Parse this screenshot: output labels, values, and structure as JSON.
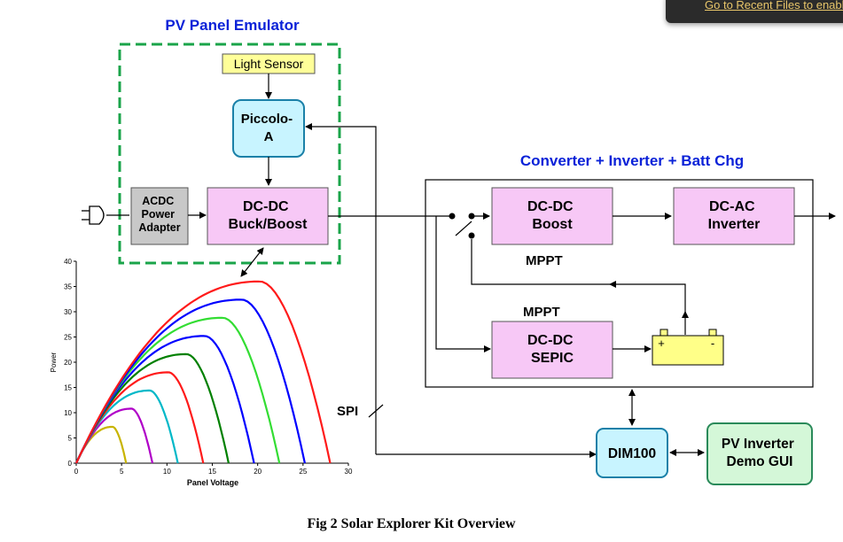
{
  "figure": {
    "caption": "Fig 2 Solar Explorer Kit Overview",
    "emulator_title": "PV Panel Emulator",
    "converter_title": "Converter + Inverter + Batt Chg",
    "blocks": {
      "light_sensor": "Light Sensor",
      "piccolo": [
        "Piccolo-",
        "A"
      ],
      "acdc": [
        "ACDC",
        "Power",
        "Adapter"
      ],
      "dcdc_buckboost": [
        "DC-DC",
        "Buck/Boost"
      ],
      "dcdc_boost": [
        "DC-DC",
        "Boost"
      ],
      "dcac": [
        "DC-AC",
        "Inverter"
      ],
      "dcdc_sepic": [
        "DC-DC",
        "SEPIC"
      ],
      "dim100": "DIM100",
      "gui": [
        "PV Inverter",
        "Demo GUI"
      ]
    },
    "labels": {
      "mppt_top": "MPPT",
      "mppt_bottom": "MPPT",
      "spi": "SPI",
      "batt_plus": "+",
      "batt_minus": "-"
    }
  },
  "notification": {
    "text": "Go to Recent Files to enable"
  },
  "colors": {
    "title_blue": "#0a22d8",
    "emulator_border": "#1aa44a",
    "pink_block": "#f7c8f6",
    "gray_block": "#c8c8c8",
    "yellow_block": "#ffff99",
    "cyan_block": "#c8f4ff",
    "cyan_border": "#1a80a8",
    "green_block": "#d4f7d8",
    "green_border": "#2a8a5a",
    "battery": "#ffff88"
  },
  "chart_data": {
    "type": "line",
    "xlabel": "Panel Voltage",
    "ylabel": "Power",
    "xlim": [
      0,
      30
    ],
    "ylim": [
      0,
      40
    ],
    "xticks": [
      0,
      5,
      10,
      15,
      20,
      25,
      30
    ],
    "yticks": [
      0,
      5,
      10,
      15,
      20,
      25,
      30,
      35,
      40
    ],
    "series": [
      {
        "color": "#c8b400",
        "voc": 5.5,
        "vmp": 4.0,
        "pmax": 7.2
      },
      {
        "color": "#b000c8",
        "voc": 8.4,
        "vmp": 6.1,
        "pmax": 10.8
      },
      {
        "color": "#00b8c8",
        "voc": 11.2,
        "vmp": 8.1,
        "pmax": 14.4
      },
      {
        "color": "#ff1a1a",
        "voc": 14.0,
        "vmp": 10.2,
        "pmax": 18.0
      },
      {
        "color": "#008000",
        "voc": 16.8,
        "vmp": 12.2,
        "pmax": 21.6
      },
      {
        "color": "#0000ff",
        "voc": 19.6,
        "vmp": 14.2,
        "pmax": 25.2
      },
      {
        "color": "#33dd33",
        "voc": 22.4,
        "vmp": 16.2,
        "pmax": 28.8
      },
      {
        "color": "#0000ff",
        "voc": 25.2,
        "vmp": 18.3,
        "pmax": 32.4
      },
      {
        "color": "#ff1a1a",
        "voc": 28.0,
        "vmp": 20.3,
        "pmax": 36.0
      }
    ]
  }
}
